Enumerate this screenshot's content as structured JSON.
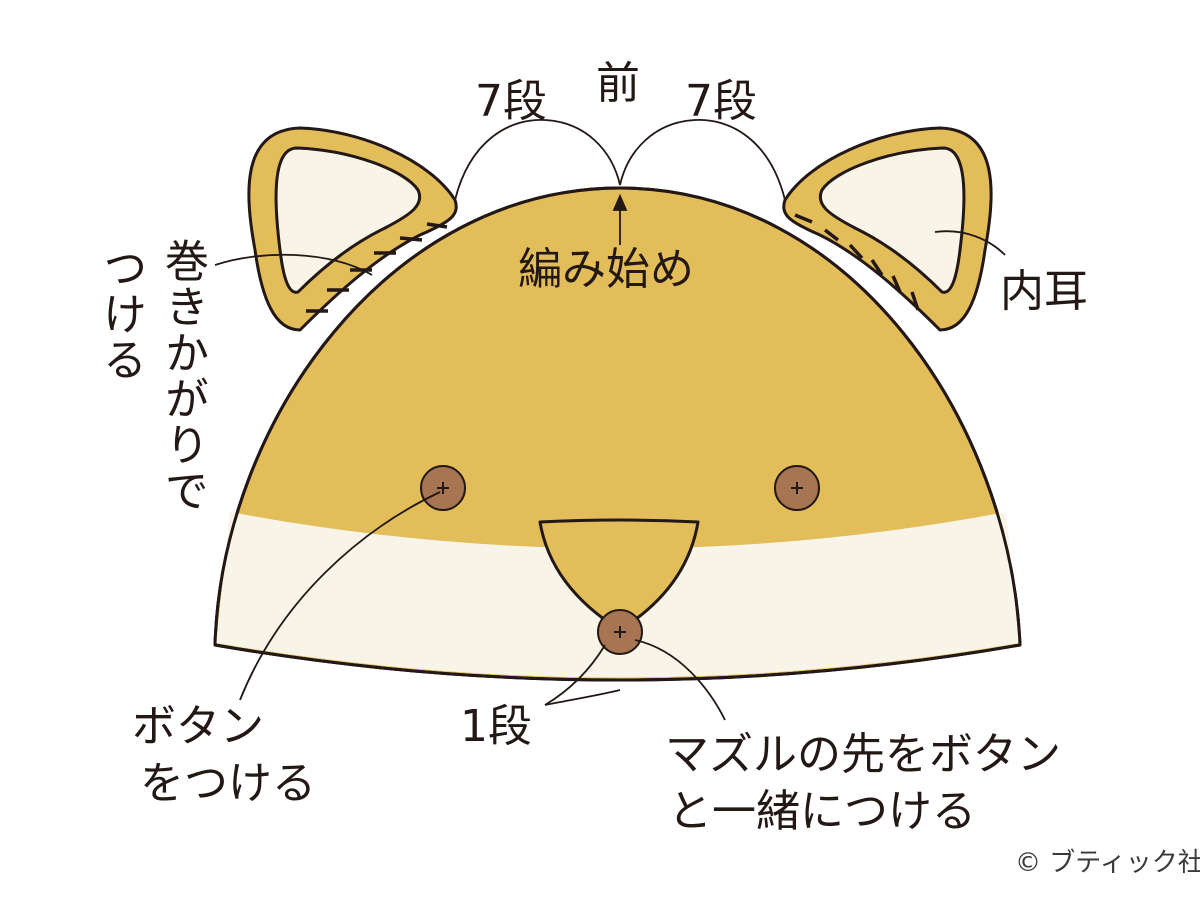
{
  "colors": {
    "hat": "#e2bd5a",
    "cream": "#f8f4e8",
    "button": "#a87553",
    "line": "#231815"
  },
  "labels": {
    "front": "前",
    "rows_left": "7段",
    "rows_right": "7段",
    "start": "編み始め",
    "whipstitch_line1": "巻きかがりで",
    "whipstitch_line2": "つける",
    "inner_ear": "内耳",
    "button_line1": "ボタン",
    "button_line2": "をつける",
    "one_row": "1段",
    "muzzle_line1": "マズルの先をボタン",
    "muzzle_line2": "と一緒につける"
  },
  "copyright": "© ブティック社"
}
